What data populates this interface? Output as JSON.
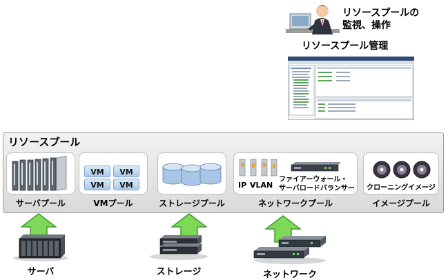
{
  "admin": {
    "text_line1": "リソースプールの",
    "text_line2": "監視、操作",
    "mgmt_label": "リソースプール管理"
  },
  "pool": {
    "title": "リソースプール",
    "vm_label": "VM",
    "network_ip": "IP",
    "network_vlan": "VLAN",
    "network_fw_line1": "ファイアーウォール・",
    "network_fw_line2": "サーバロードバランサー",
    "image_caption": "クローニングイメージ",
    "cards": [
      {
        "label": "サーバプール"
      },
      {
        "label": "VMプール"
      },
      {
        "label": "ストレージプール"
      },
      {
        "label": "ネットワークプール"
      },
      {
        "label": "イメージプール"
      }
    ]
  },
  "sources": [
    {
      "label": "サーバ"
    },
    {
      "label": "ストレージ"
    },
    {
      "label": "ネットワーク"
    }
  ],
  "colors": {
    "arrow": "#7ed957",
    "arrow_stroke": "#3f9a2e",
    "vm_fill": "#b7d2ef",
    "disk_fill": "#9fc0e6"
  }
}
